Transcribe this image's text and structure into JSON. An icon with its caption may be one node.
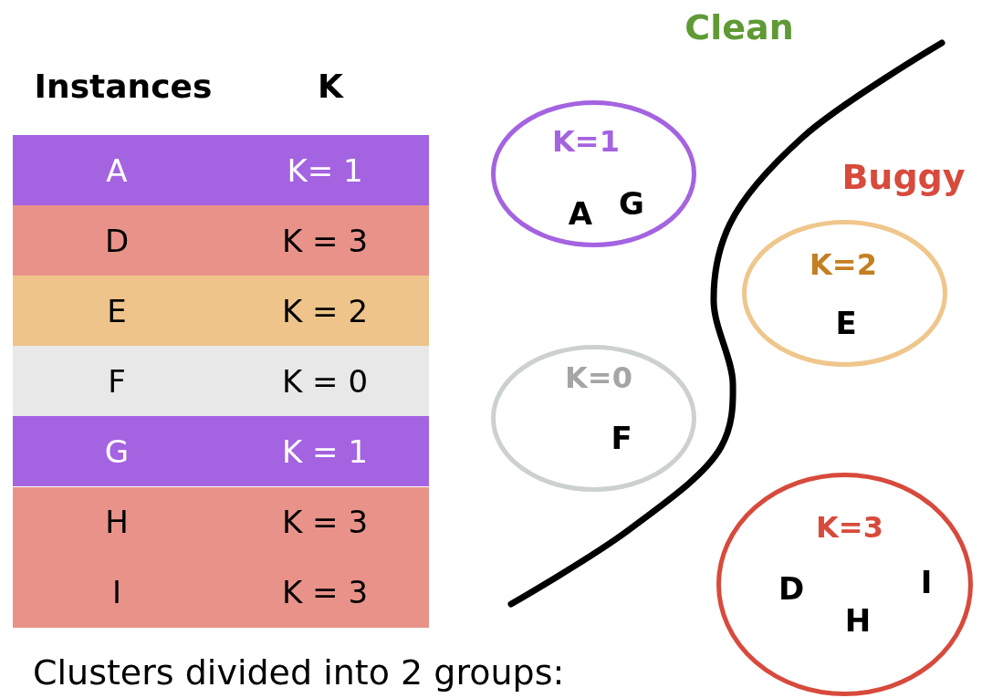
{
  "diagram": {
    "nodes": [
      {
        "text": [
          "K=1",
          "A",
          "G"
        ]
      },
      {
        "text": [
          "K=0",
          "F"
        ]
      },
      {
        "text": [
          "K=2",
          "E"
        ]
      },
      {
        "text": [
          "K=3",
          "D",
          "H",
          "I"
        ]
      }
    ],
    "labels": [
      "Clean",
      "Buggy",
      "Instances",
      "K",
      "A",
      "K= 1",
      "D",
      "K = 3",
      "E",
      "K = 2",
      "F",
      "K = 0",
      "G",
      "K = 1",
      "H",
      "K = 3",
      "I",
      "K = 3",
      "Clusters divided into 2 groups:"
    ]
  }
}
